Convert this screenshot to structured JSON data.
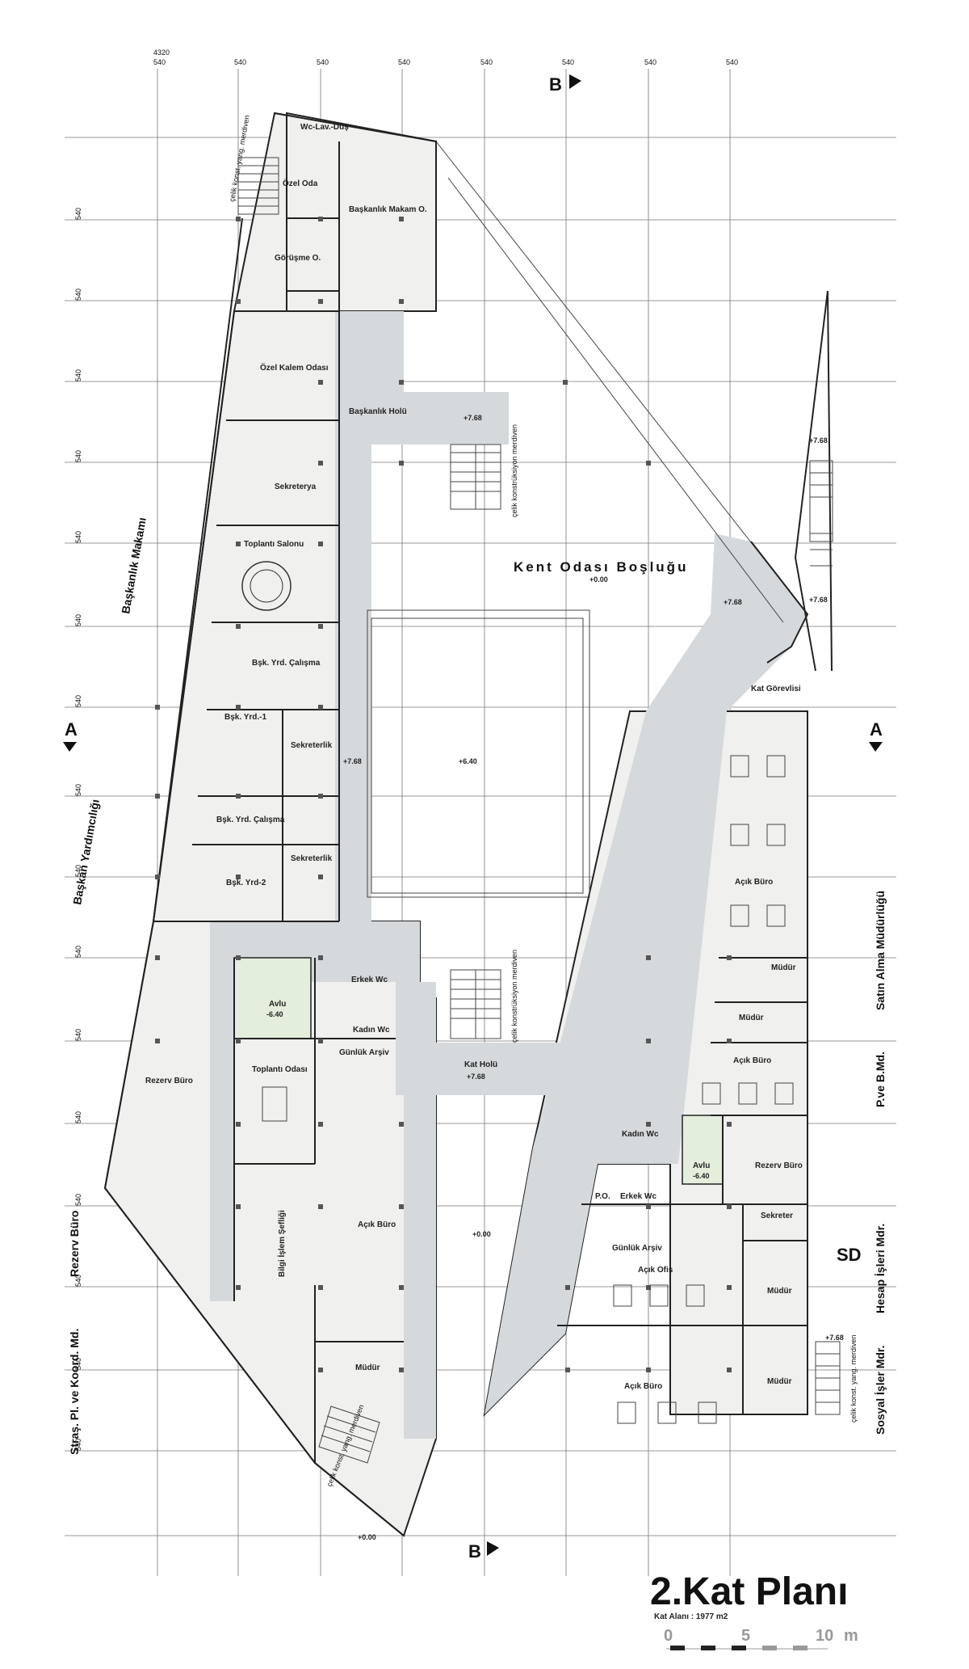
{
  "dimensions": {
    "total": "4320",
    "top_spans": [
      "540",
      "540",
      "540",
      "540",
      "540",
      "540",
      "540",
      "540"
    ],
    "side_spans": [
      "540",
      "540",
      "540",
      "540",
      "540",
      "540",
      "540",
      "540",
      "540",
      "540",
      "540",
      "540",
      "540",
      "540",
      "540",
      "540"
    ]
  },
  "sections": {
    "b_top": "B",
    "b_bottom": "B",
    "a_left": "A",
    "a_right": "A",
    "sd": "SD"
  },
  "rooms": {
    "wc_lav_dus": "Wc-Lav.-Duş",
    "ozel_oda": "Özel Oda",
    "baskanlik_makam": "Başkanlık Makam O.",
    "gorusme": "Görüşme O.",
    "ozel_kalem": "Özel Kalem Odası",
    "baskanlik_holu": "Başkanlık Holü",
    "sekreterya": "Sekreterya",
    "toplanti_salonu": "Toplantı Salonu",
    "bsk_yrd_calisma_1": "Bşk. Yrd. Çalışma",
    "bsk_yrd_1": "Bşk. Yrd.-1",
    "sekreterlik_1": "Sekreterlik",
    "bsk_yrd_calisma_2": "Bşk. Yrd. Çalışma",
    "bsk_yrd_2": "Bşk. Yrd-2",
    "sekreterlik_2": "Sekreterlik",
    "avlu_left": "Avlu",
    "erkek_wc_left": "Erkek Wc",
    "kadin_wc_left": "Kadın Wc",
    "rezerv_buro_left": "Rezerv Büro",
    "toplanti_odasi": "Toplantı Odası",
    "gunluk_arsiv_left": "Günlük Arşiv",
    "bilgi_islem": "Bilgi İşlem Şefliği",
    "acik_buro_left": "Açık Büro",
    "mudur_left": "Müdür",
    "kat_holu": "Kat Holü",
    "kat_gorevlisi": "Kat Görevlisi",
    "acik_buro_right_1": "Açık Büro",
    "mudur_r1": "Müdür",
    "mudur_r2": "Müdür",
    "acik_buro_right_2": "Açık Büro",
    "kadin_wc_right": "Kadın Wc",
    "erkek_wc_right": "Erkek Wc",
    "po": "P.O.",
    "avlu_right": "Avlu",
    "rezerv_buro_right": "Rezerv Büro",
    "sekreter": "Sekreter",
    "gunluk_arsiv_right": "Günlük Arşiv",
    "acik_ofis": "Açık Ofis",
    "mudur_r3": "Müdür",
    "acik_buro_right_3": "Açık Büro",
    "mudur_r4": "Müdür",
    "kent_odasi": "Kent Odası Boşluğu"
  },
  "elevations": {
    "e768_top": "+7.68",
    "e768_right": "+7.68",
    "e768_mid": "+7.68",
    "e768_right2": "+7.68",
    "e000_void": "+0.00",
    "e640": "+6.40",
    "e768_left": "+7.68",
    "e640_avlu_left": "-6.40",
    "e768_kat": "+7.68",
    "e640_avlu_right": "-6.40",
    "e000_center": "+0.00",
    "e768_sd": "+7.68",
    "e000_bottom": "+0.00"
  },
  "stairs": {
    "top_left": "çelik konst. yang. merdiven",
    "mid_upper": "çelik konstrüksiyon merdiven",
    "mid_lower": "çelik konstrüksiyon merdiven",
    "bottom_left": "çelik konst. yang. merdiven",
    "right_sd": "çelik konst. yang. merdiven"
  },
  "side_labels": {
    "baskanlik_makami": "Başkanlık Makamı",
    "baskan_yardimciligi": "Başkan Yardımcılığı",
    "rezerv_buro": "Rezerv Büro",
    "stratejik": "Straş. Pl. ve Koord. Md.",
    "satin_alma": "Satın Alma Müdürlüğü",
    "p_ve_bmd": "P.ve B.Md.",
    "hesap_isleri": "Hesap İşleri Mdr.",
    "sosyal_isler": "Sosyal İşler Mdr."
  },
  "title": {
    "main": "2.Kat Planı",
    "area": "Kat Alanı : 1977 m2",
    "scale": [
      "0",
      "5",
      "10"
    ],
    "scale_unit": "m"
  },
  "colors": {
    "circulation": "#d6d9db",
    "room_fill": "#f0f0ee",
    "courtyard": "#e3eedc",
    "wall": "#222222",
    "grid": "#777777"
  }
}
